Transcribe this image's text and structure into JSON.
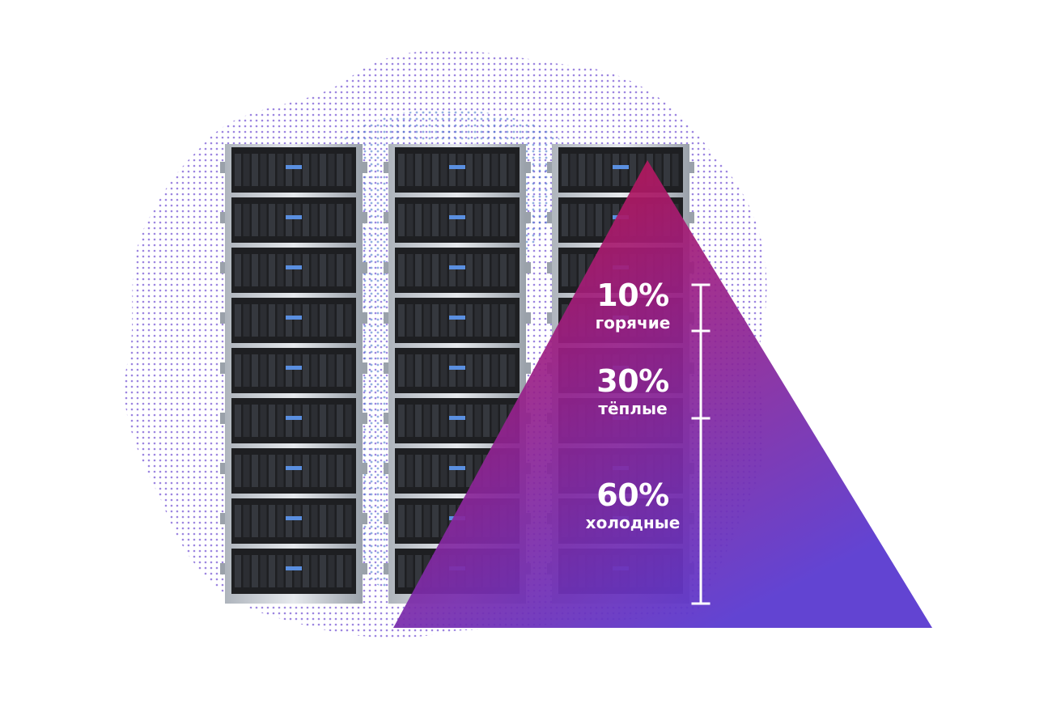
{
  "colors": {
    "triangle_top": "#c4123a",
    "triangle_mid": "#8a2a9a",
    "triangle_bottom_right": "#5a3ad0",
    "particles_purple": "#7b5cd6",
    "particles_blue": "#3a6fc8",
    "rack_body": "#1e1f22",
    "rack_frame": "#c8ccd2",
    "scale_line": "#ffffff"
  },
  "tiers": [
    {
      "percent": "10%",
      "label": "горячие"
    },
    {
      "percent": "30%",
      "label": "тёплые"
    },
    {
      "percent": "60%",
      "label": "холодные"
    }
  ]
}
